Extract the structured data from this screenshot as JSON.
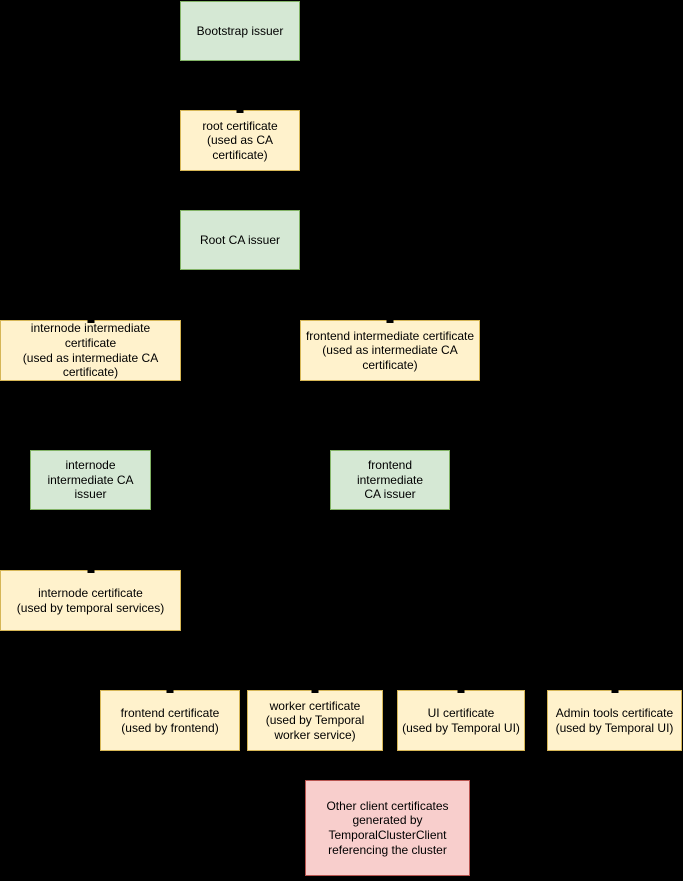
{
  "diagram": {
    "background_color": "#000000",
    "palette": {
      "issuer_fill": "#d5e8d4",
      "issuer_border": "#82b366",
      "certificate_fill": "#fff2cc",
      "certificate_border": "#d6b656",
      "client_fill": "#f8cecc",
      "client_border": "#b85450",
      "text": "#000000",
      "connector": "#000000"
    },
    "nodes": [
      {
        "id": "bootstrap-issuer",
        "kind": "issuer",
        "label": "Bootstrap issuer"
      },
      {
        "id": "root-certificate",
        "kind": "certificate",
        "label": "root certificate\n(used as CA\ncertificate)"
      },
      {
        "id": "root-ca-issuer",
        "kind": "issuer",
        "label": "Root CA issuer"
      },
      {
        "id": "internode-intermediate-certificate",
        "kind": "certificate",
        "label": "internode intermediate certificate\n(used as intermediate CA\ncertificate)"
      },
      {
        "id": "frontend-intermediate-certificate",
        "kind": "certificate",
        "label": "frontend intermediate certificate\n(used as intermediate CA\ncertificate)"
      },
      {
        "id": "internode-intermediate-ca-issuer",
        "kind": "issuer",
        "label": "internode\nintermediate CA\nissuer"
      },
      {
        "id": "frontend-intermediate-ca-issuer",
        "kind": "issuer",
        "label": "frontend intermediate\nCA issuer"
      },
      {
        "id": "internode-certificate",
        "kind": "certificate",
        "label": "internode certificate\n(used by temporal services)"
      },
      {
        "id": "frontend-certificate",
        "kind": "certificate",
        "label": "frontend certificate\n(used by frontend)"
      },
      {
        "id": "worker-certificate",
        "kind": "certificate",
        "label": "worker certificate\n(used by Temporal\nworker service)"
      },
      {
        "id": "ui-certificate",
        "kind": "certificate",
        "label": "UI certificate\n(used by Temporal UI)"
      },
      {
        "id": "admin-tools-certificate",
        "kind": "certificate",
        "label": "Admin tools certificate\n(used by Temporal UI)"
      },
      {
        "id": "other-client-certificates",
        "kind": "client",
        "label": "Other client certificates\ngenerated by\nTemporalClusterClient\nreferencing the cluster"
      }
    ]
  }
}
